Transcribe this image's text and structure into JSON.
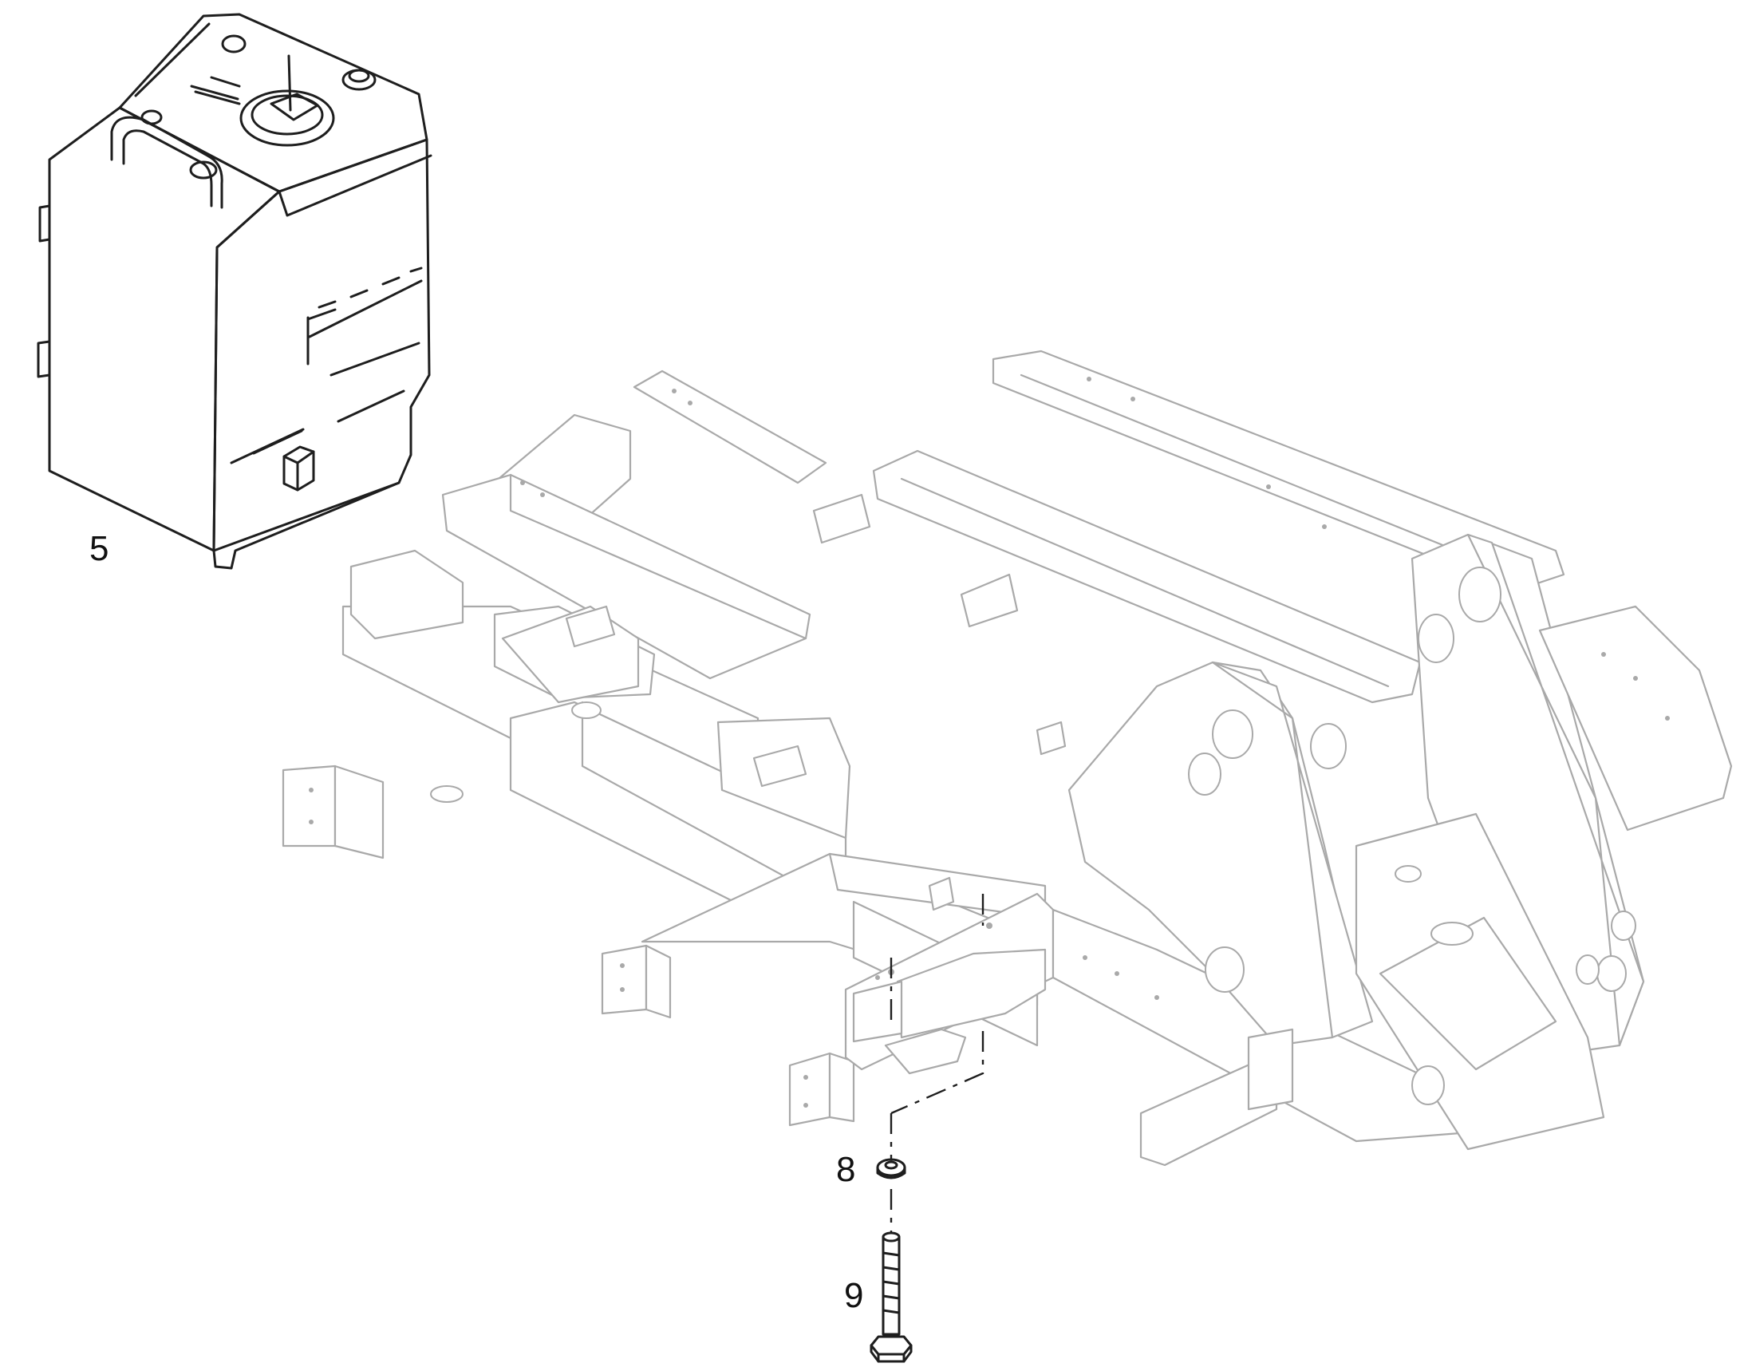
{
  "callouts": {
    "tank": "5",
    "washer": "8",
    "bolt": "9"
  }
}
